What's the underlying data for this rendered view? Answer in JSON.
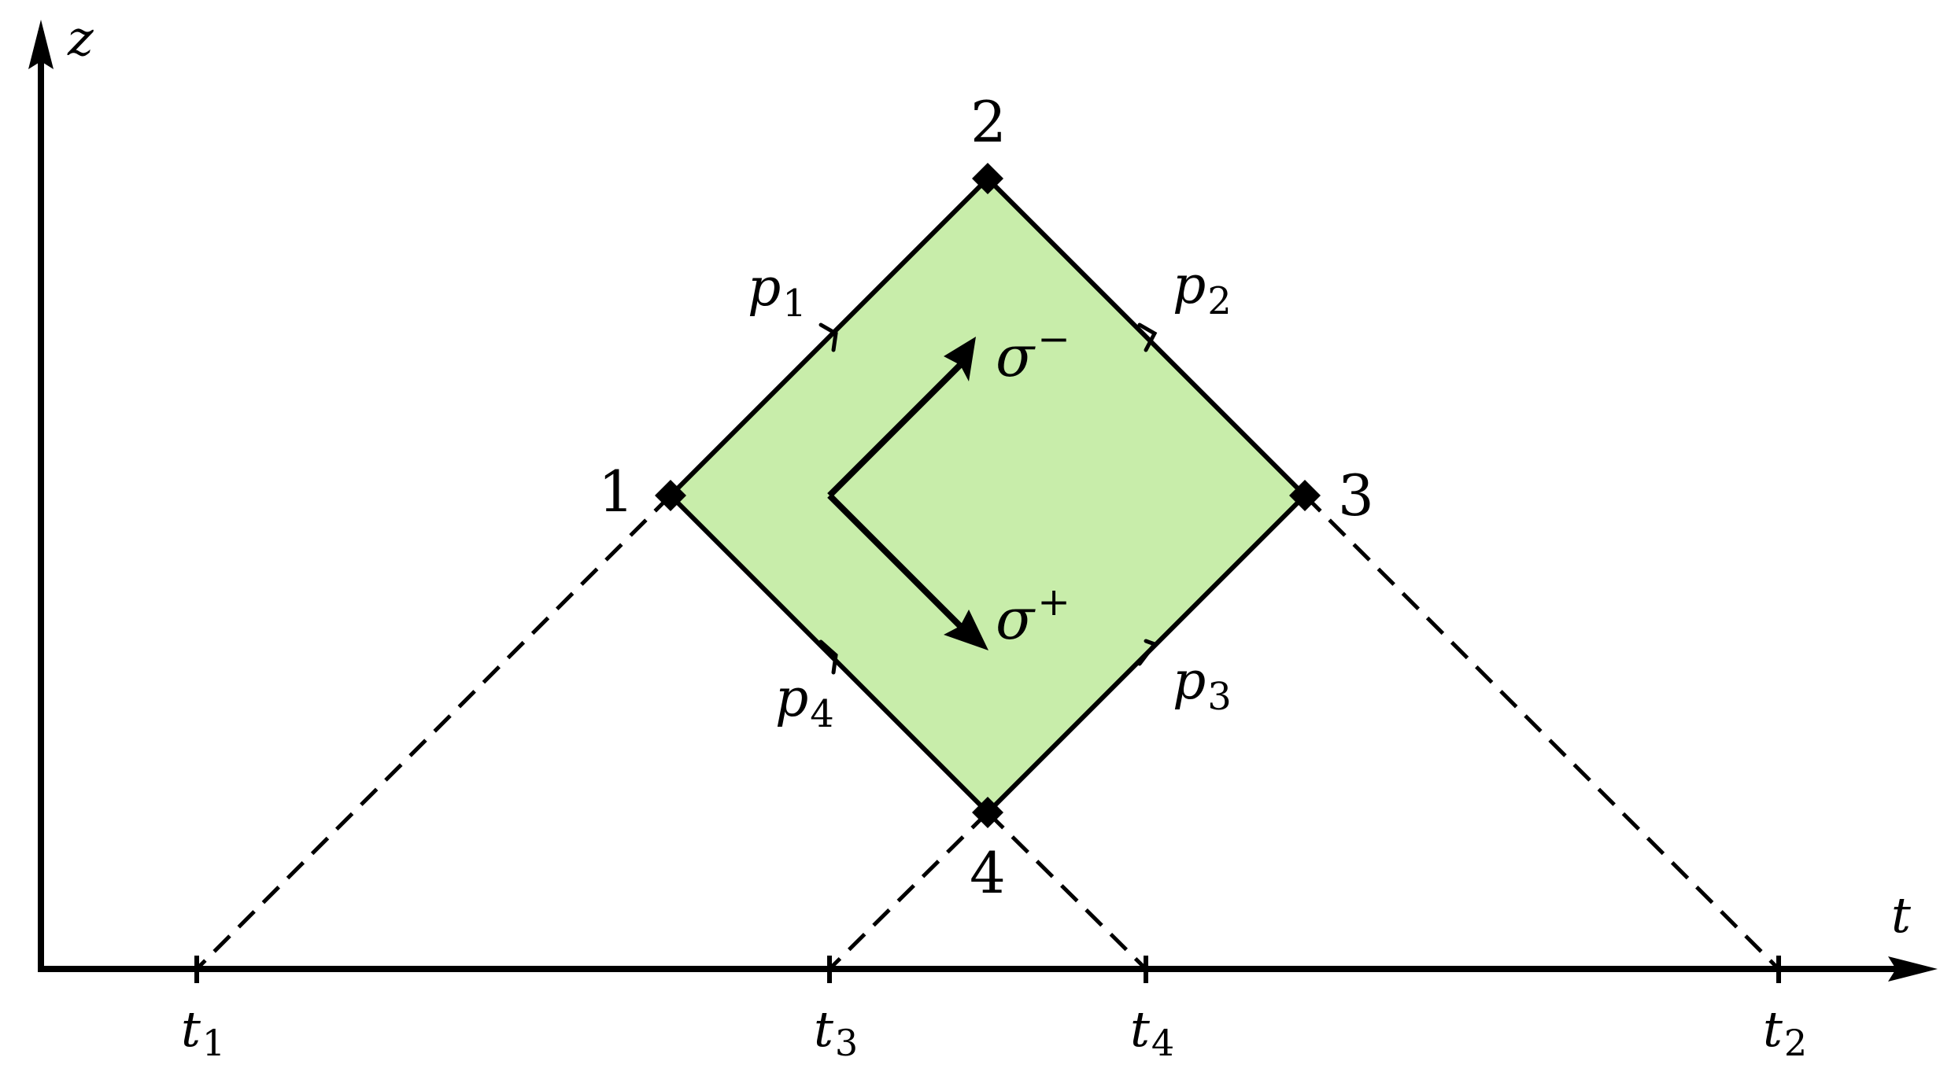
{
  "diagram": {
    "fill_color": "#c8edaa",
    "line_color": "#000000",
    "axes": {
      "vertical_label": "z",
      "horizontal_label": "t"
    },
    "ticks": [
      {
        "base": "t",
        "sub": "1"
      },
      {
        "base": "t",
        "sub": "3"
      },
      {
        "base": "t",
        "sub": "4"
      },
      {
        "base": "t",
        "sub": "2"
      }
    ],
    "vertices": [
      "1",
      "2",
      "3",
      "4"
    ],
    "edges": [
      {
        "base": "p",
        "sub": "1"
      },
      {
        "base": "p",
        "sub": "2"
      },
      {
        "base": "p",
        "sub": "3"
      },
      {
        "base": "p",
        "sub": "4"
      }
    ],
    "directions": [
      {
        "base": "σ",
        "sup": "−"
      },
      {
        "base": "σ",
        "sup": "+"
      }
    ]
  }
}
